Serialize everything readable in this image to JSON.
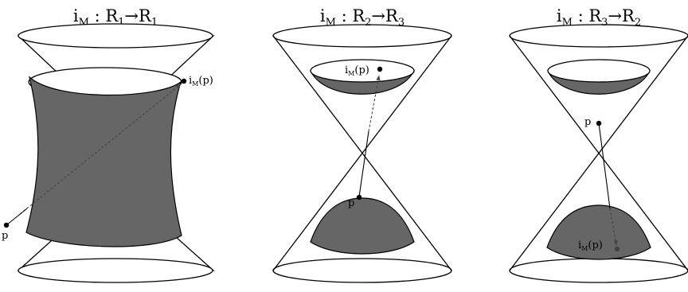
{
  "colors": {
    "stroke": "#000000",
    "shaded_region": "#666666",
    "background": "#ffffff",
    "dashed_arrow": "#444444"
  },
  "panels": [
    {
      "title_main": "i",
      "title_sub": "M",
      "title_rest": " : R",
      "title_from_sub": "1",
      "title_arrow": "→",
      "title_r": "R",
      "title_to_sub": "1",
      "point_label": "p",
      "image_label_main": "i",
      "image_label_sub": "M",
      "image_label_rest": "(p)"
    },
    {
      "title_main": "i",
      "title_sub": "M",
      "title_rest": " : R",
      "title_from_sub": "2",
      "title_arrow": "→",
      "title_r": "R",
      "title_to_sub": "3",
      "point_label": "p",
      "image_label_main": "i",
      "image_label_sub": "M",
      "image_label_rest": "(p)"
    },
    {
      "title_main": "i",
      "title_sub": "M",
      "title_rest": " : R",
      "title_from_sub": "3",
      "title_arrow": "→",
      "title_r": "R",
      "title_to_sub": "2",
      "point_label": "p",
      "image_label_main": "i",
      "image_label_sub": "M",
      "image_label_rest": "(p)"
    }
  ]
}
